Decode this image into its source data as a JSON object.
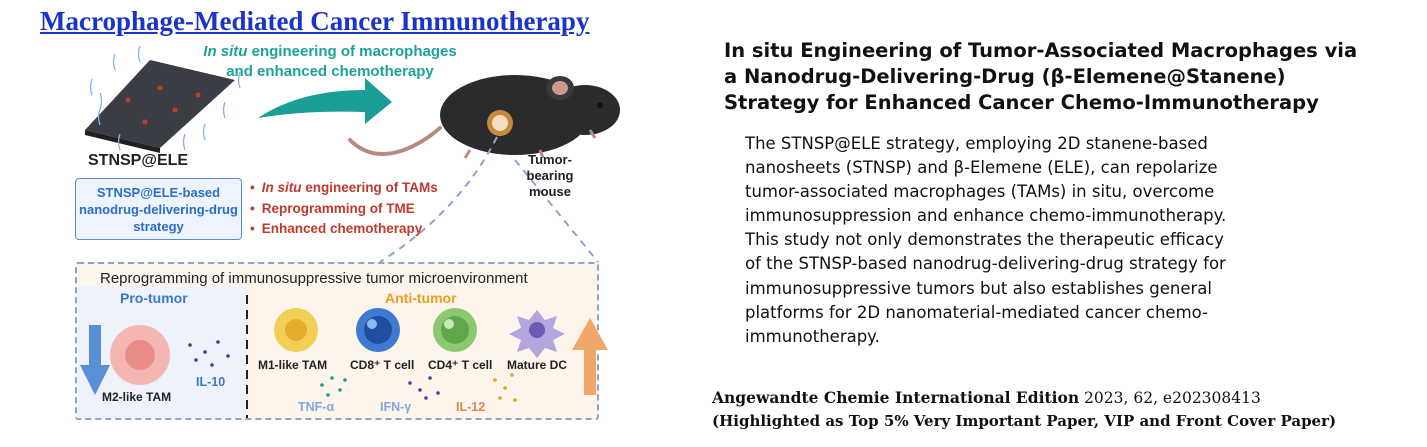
{
  "figure": {
    "title": "Macrophage-Mediated Cancer Immunotherapy",
    "insitu_line1_italic": "In situ",
    "insitu_line1_rest": " engineering of macrophages",
    "insitu_line2": "and enhanced chemotherapy",
    "nanosheet_label": "STNSP@ELE",
    "mouse_label_1": "Tumor-bearing",
    "mouse_label_2": "mouse",
    "strategy_line1": "STNSP@ELE-based",
    "strategy_line2": "nanodrug-delivering-drug",
    "strategy_line3": "strategy",
    "bullet1_italic": "In situ",
    "bullet1_rest": " engineering of TAMs",
    "bullet2": "Reprogramming of TME",
    "bullet3": "Enhanced chemotherapy",
    "panel_title": "Reprogramming of immunosuppressive tumor microenvironment",
    "pro_tumor": "Pro-tumor",
    "anti_tumor": "Anti-tumor",
    "cells": {
      "m2": "M2-like TAM",
      "m1": "M1-like TAM",
      "cd8": "CD8⁺ T cell",
      "cd4": "CD4⁺ T cell",
      "dc": "Mature DC"
    },
    "cytokines": {
      "il10": "IL-10",
      "tnf": "TNF-α",
      "ifn": "IFN-γ",
      "il12": "IL-12"
    },
    "colors": {
      "title_blue": "#1a33c9",
      "teal": "#1aa39a",
      "red": "#c0392b",
      "orange": "#e8a020",
      "blue": "#3b78c9"
    }
  },
  "headline": {
    "line1": "In situ Engineering of Tumor-Associated Macrophages via",
    "line2": "a Nanodrug-Delivering-Drug (β-Elemene@Stanene)",
    "line3": "Strategy for Enhanced Cancer Chemo-Immunotherapy"
  },
  "body": {
    "lines": [
      "The STNSP@ELE strategy, employing 2D stanene-based",
      "nanosheets (STNSP) and β-Elemene (ELE), can repolarize",
      "tumor-associated macrophages (TAMs) in situ, overcome",
      "immunosuppression and enhance chemo-immunotherapy.",
      "This study not only demonstrates the therapeutic efficacy",
      "of the STNSP-based nanodrug-delivering-drug strategy for",
      "immunosuppressive tumors but also establishes general",
      "platforms for 2D nanomaterial-mediated cancer chemo-",
      "immunotherapy."
    ]
  },
  "citation": {
    "journal": "Angewandte Chemie International Edition",
    "details": " 2023, 62, e202308413",
    "highlight": "(Highlighted as Top 5% Very Important Paper, VIP and Front Cover Paper)"
  }
}
